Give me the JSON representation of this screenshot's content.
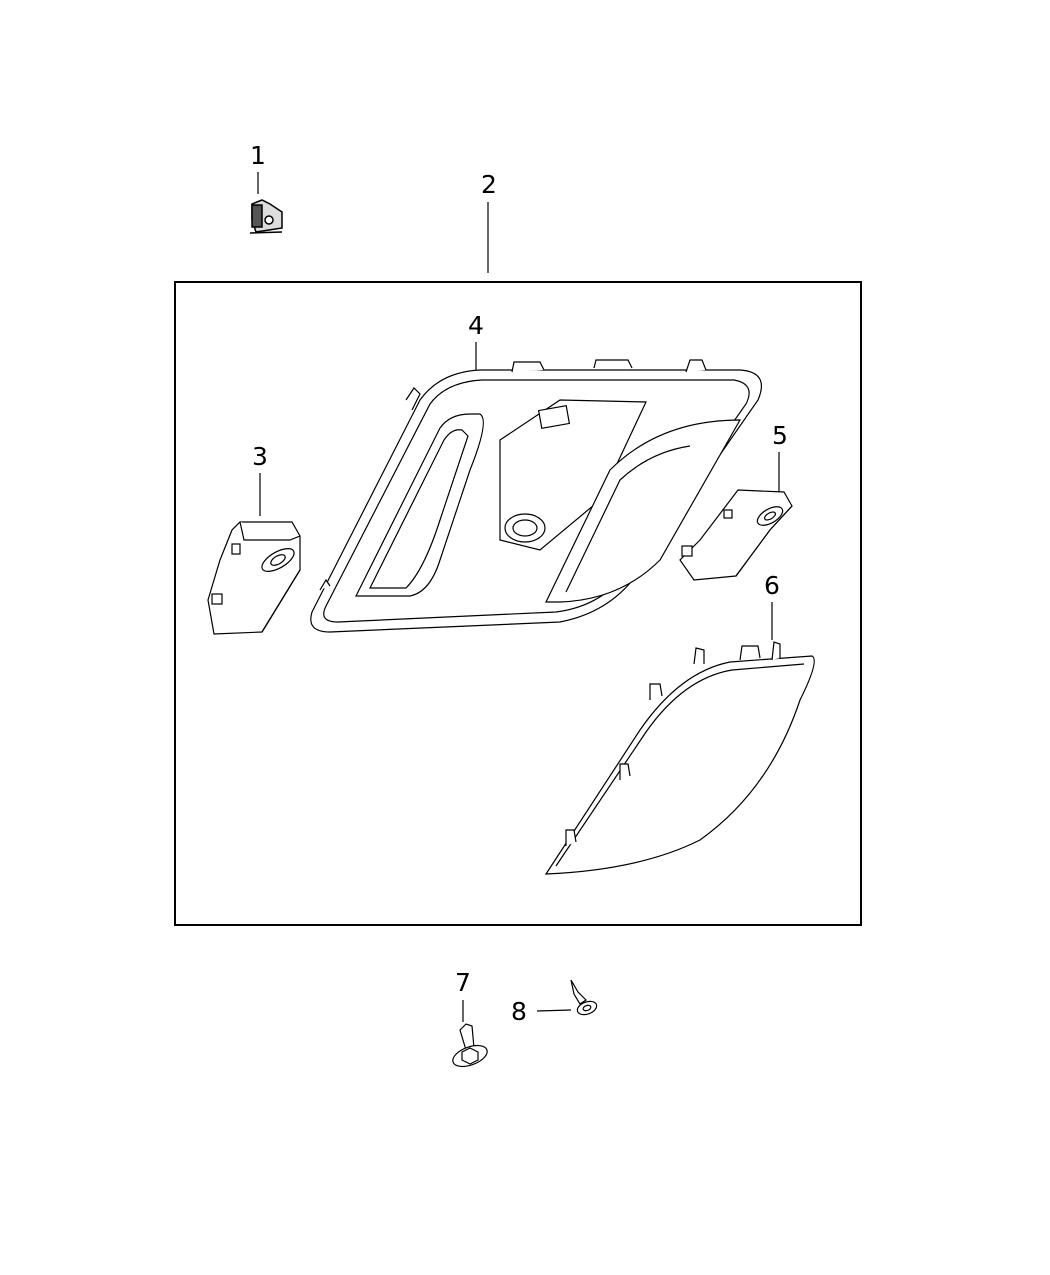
{
  "diagram": {
    "type": "exploded-parts-diagram",
    "subject": "overhead console assembly",
    "callouts": [
      {
        "id": "1",
        "label": "1",
        "part": "clip"
      },
      {
        "id": "2",
        "label": "2",
        "part": "overhead console assembly (framed group)"
      },
      {
        "id": "3",
        "label": "3",
        "part": "left map lamp module"
      },
      {
        "id": "4",
        "label": "4",
        "part": "overhead console housing"
      },
      {
        "id": "5",
        "label": "5",
        "part": "right map lamp module"
      },
      {
        "id": "6",
        "label": "6",
        "part": "console lens / cover"
      },
      {
        "id": "7",
        "label": "7",
        "part": "screw with washer"
      },
      {
        "id": "8",
        "label": "8",
        "part": "screw"
      }
    ],
    "colors": {
      "line": "#000000",
      "background": "#ffffff"
    }
  }
}
